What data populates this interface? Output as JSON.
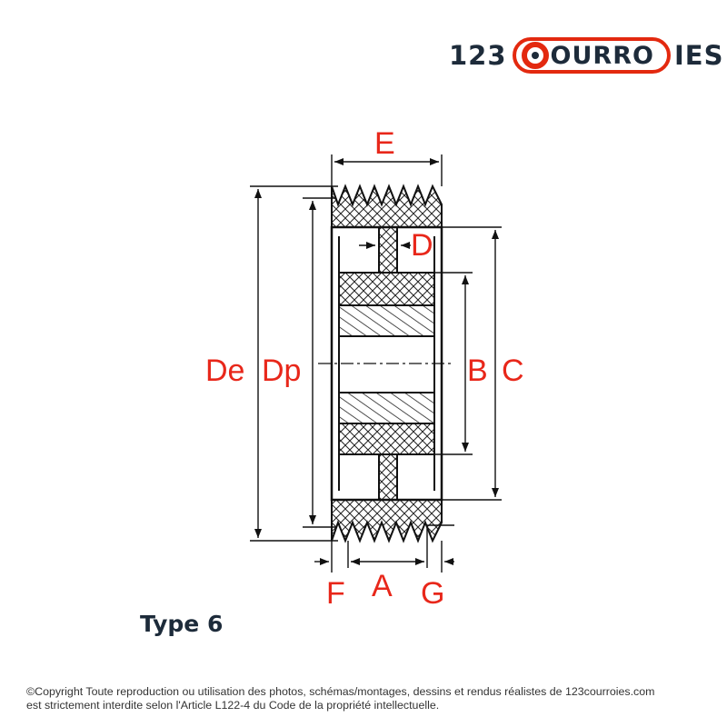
{
  "logo": {
    "prefix": "123",
    "badge_text": "OURRO",
    "suffix": "IES",
    "colors": {
      "brand_red": "#e3290f",
      "navy": "#1d2b3a"
    }
  },
  "dimensions": {
    "E": "E",
    "D": "D",
    "De": "De",
    "Dp": "Dp",
    "B": "B",
    "C": "C",
    "F": "F",
    "A": "A",
    "G": "G",
    "color": "#e8271a"
  },
  "type_label": "Type 6",
  "copyright": {
    "line1": "©Copyright Toute reproduction ou utilisation des photos, schémas/montages, dessins et rendus réalistes de 123courroies.com",
    "line2": "est strictement interdite selon l'Article L122-4 du Code de la propriété intellectuelle."
  }
}
